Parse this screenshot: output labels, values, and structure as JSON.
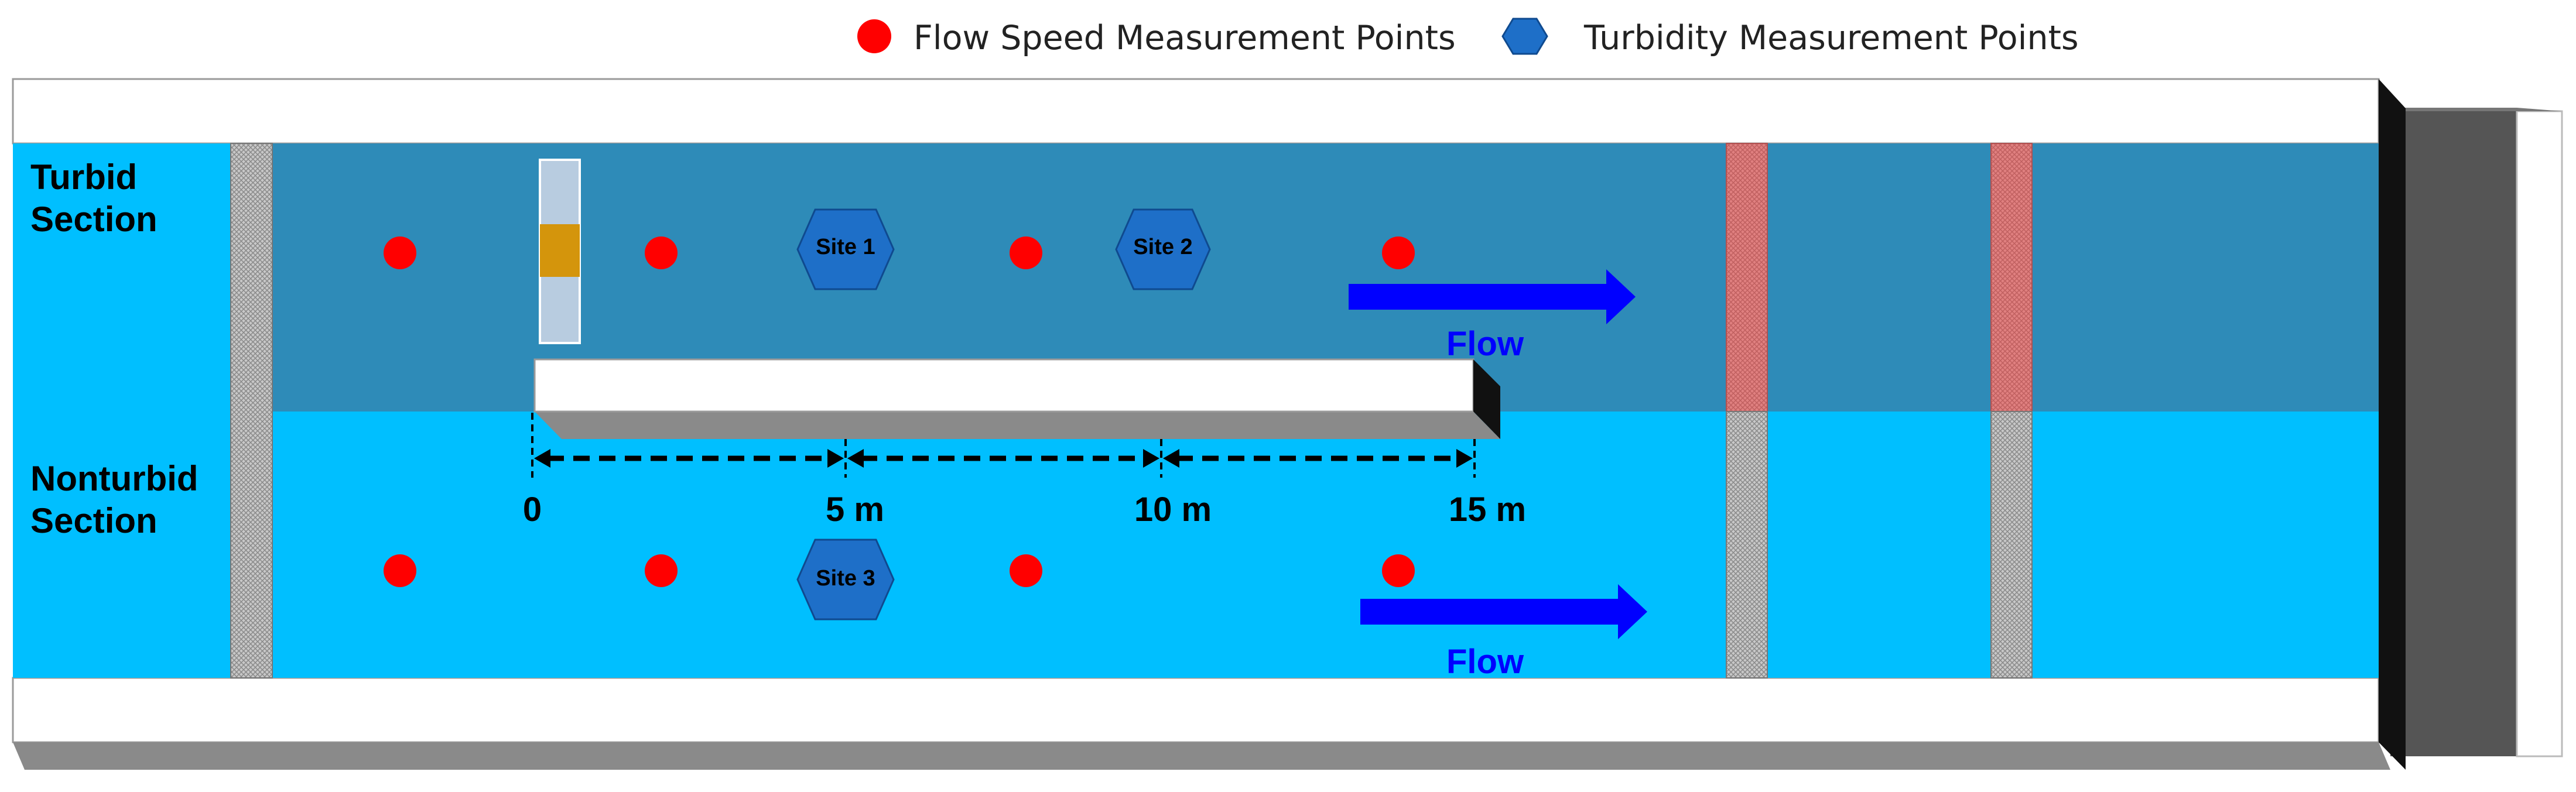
{
  "legend": {
    "flow_speed_label": "Flow Speed Measurement Points",
    "turbidity_label": "Turbidity Measurement Points"
  },
  "sections": {
    "turbid": [
      "Turbid",
      "Section"
    ],
    "nonturbid": [
      "Nonturbid",
      "Section"
    ]
  },
  "sites": [
    "Site 1",
    "Site 2",
    "Site 3"
  ],
  "scale": {
    "ticks": [
      "0",
      "5 m",
      "10 m",
      "15 m"
    ]
  },
  "flow_label": "Flow",
  "colors": {
    "turbid_water": "#2E8BB8",
    "nonturbid_water": "#00BFFF",
    "flow_point": "#FF0000",
    "turbidity_point": "#1E6FC8",
    "flow_arrow": "#0000FF"
  }
}
